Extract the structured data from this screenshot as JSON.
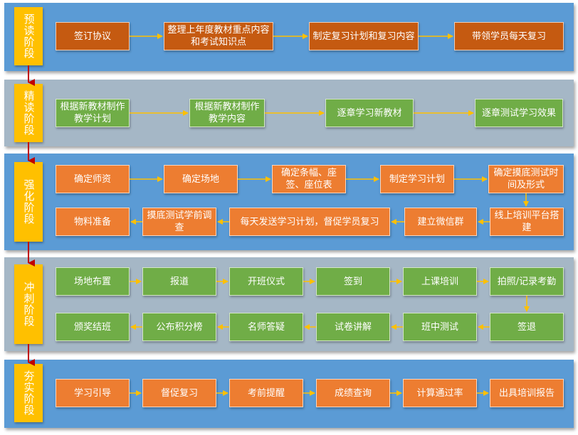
{
  "stages": [
    {
      "name": "预读阶段",
      "steps": [
        "签订协议",
        "整理上年度教材重点内容和考试知识点",
        "制定复习计划和复习内容",
        "带领学员每天复习"
      ]
    },
    {
      "name": "精读阶段",
      "steps": [
        "根据新教材制作教学计划",
        "根据新教材制作教学内容",
        "逐章学习新教材",
        "逐章测试学习效果"
      ]
    },
    {
      "name": "强化阶段",
      "row1": [
        "确定师资",
        "确定场地",
        "确定条幅、座签、座位表",
        "制定学习计划",
        "确定摸底测试时间及形式"
      ],
      "row2": [
        "物料准备",
        "摸底测试学前调查",
        "每天发送学习计划，督促学员复习",
        "建立微信群",
        "线上培训平台搭建"
      ]
    },
    {
      "name": "冲刺阶段",
      "row1": [
        "场地布置",
        "报道",
        "开班仪式",
        "签到",
        "上课培训",
        "拍照/记录考勤"
      ],
      "row2": [
        "颁奖结班",
        "公布积分榜",
        "名师答疑",
        "试卷讲解",
        "班中测试",
        "签退"
      ]
    },
    {
      "name": "夯实阶段",
      "steps": [
        "学习引导",
        "督促复习",
        "考前提醒",
        "成绩查询",
        "计算通过率",
        "出具培训报告"
      ]
    }
  ],
  "colors": {
    "blue_band": "#5b9bd5",
    "gray_band": "#a5b7c6",
    "stage": "#ffc000",
    "dark_orange": "#c55a11",
    "green": "#70ad47",
    "orange": "#ed7d31",
    "arrow": "#ffc000",
    "stage_arrow": "#c00000"
  }
}
